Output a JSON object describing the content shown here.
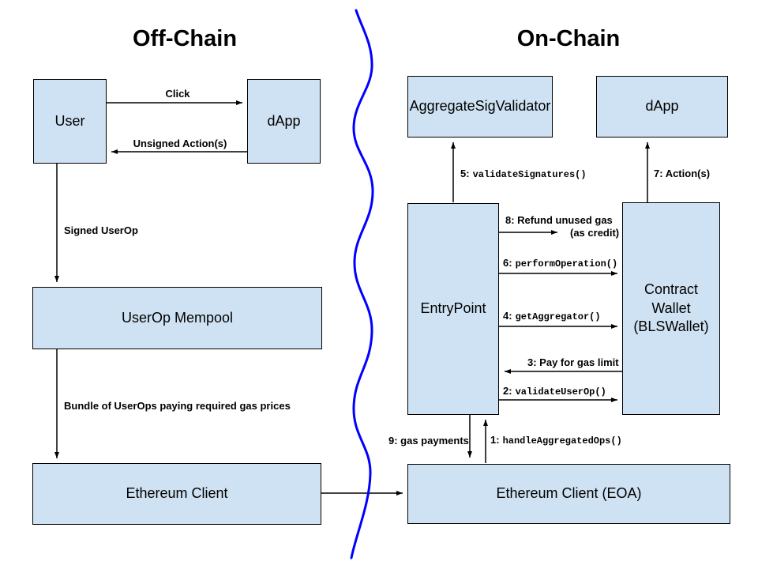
{
  "sections": {
    "off_chain": "Off-Chain",
    "on_chain": "On-Chain"
  },
  "nodes": {
    "user": {
      "label": "User"
    },
    "dapp_offchain": {
      "label": "dApp"
    },
    "userop_mempool": {
      "label": "UserOp Mempool"
    },
    "ethereum_client": {
      "label": "Ethereum Client"
    },
    "aggregate_sig_validator": {
      "label": "AggregateSigValidator"
    },
    "dapp_onchain": {
      "label": "dApp"
    },
    "entry_point": {
      "label": "EntryPoint"
    },
    "contract_wallet": {
      "label": "Contract\nWallet\n(BLSWallet)"
    },
    "ethereum_client_eoa": {
      "label": "Ethereum Client (EOA)"
    }
  },
  "edges": {
    "click": {
      "text": "Click"
    },
    "unsigned_actions": {
      "text": "Unsigned Action(s)"
    },
    "signed_userop": {
      "text": "Signed UserOp"
    },
    "bundle": {
      "text": "Bundle of UserOps paying required gas prices"
    },
    "e1": {
      "prefix": "1:",
      "code": "handleAggregatedOps()"
    },
    "e2": {
      "prefix": "2:",
      "code": "validateUserOp()"
    },
    "e3": {
      "text": "3: Pay for gas limit"
    },
    "e4": {
      "prefix": "4:",
      "code": "getAggregator()"
    },
    "e5": {
      "prefix": "5:",
      "code": "validateSignatures()"
    },
    "e6": {
      "prefix": "6:",
      "code": "performOperation()"
    },
    "e7": {
      "text": "7: Action(s)"
    },
    "e8": {
      "text": "8: Refund unused gas",
      "text2": "(as credit)"
    },
    "e9": {
      "text": "9: gas payments"
    }
  },
  "colors": {
    "node_fill": "#cfe2f3",
    "node_border": "#000000",
    "divider": "#0000ff",
    "arrow": "#000000"
  }
}
